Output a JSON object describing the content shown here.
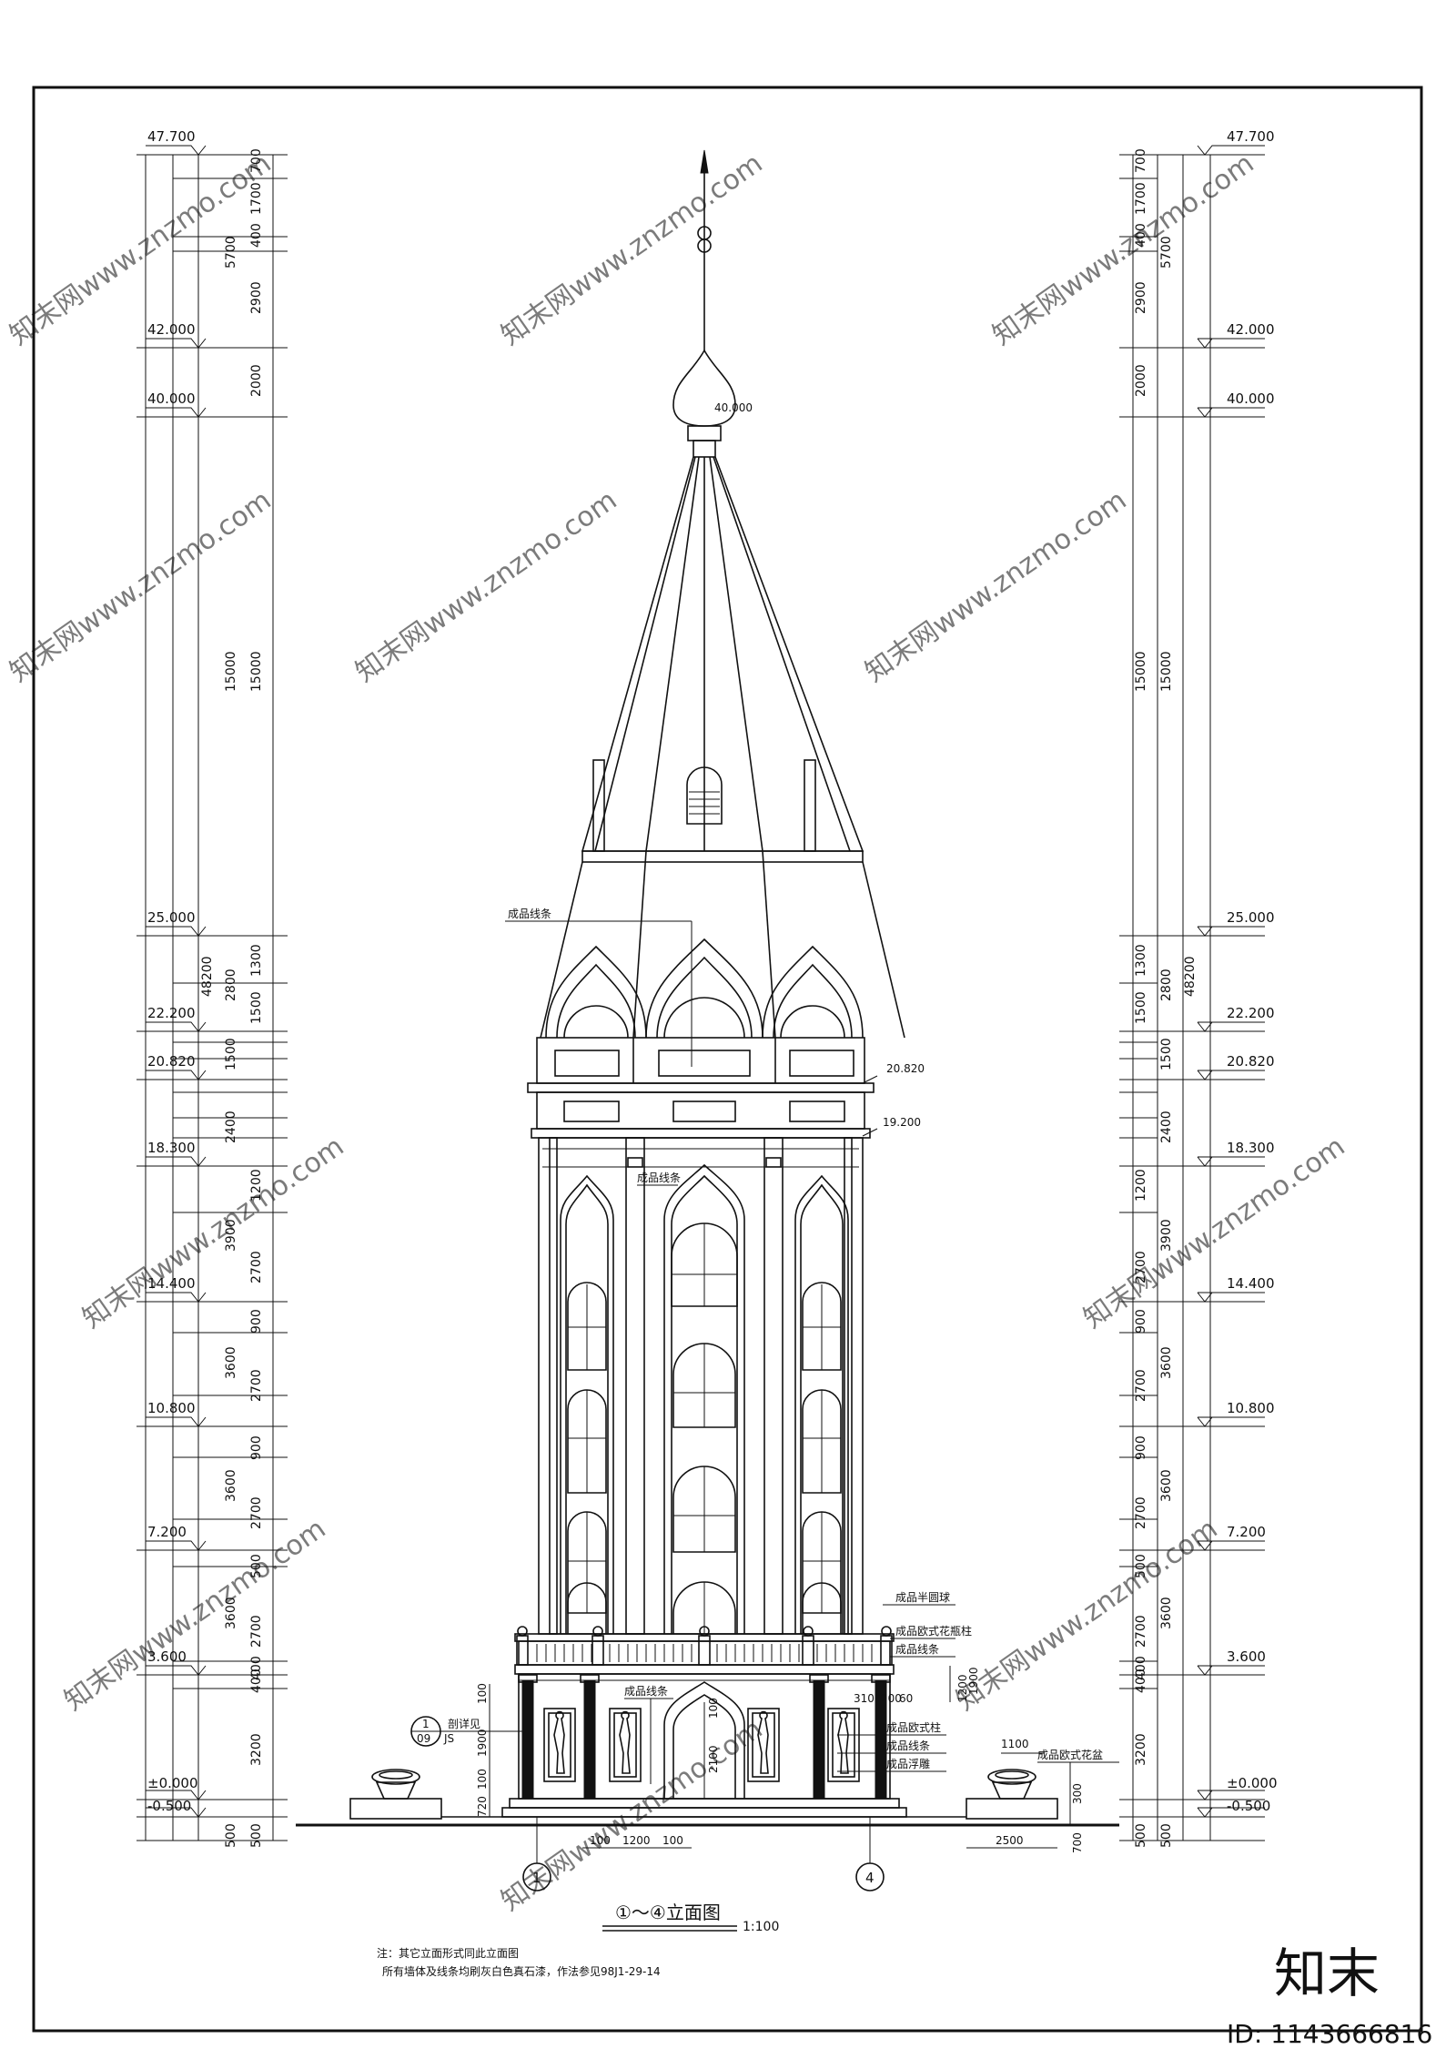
{
  "drawing": {
    "title": "①～④立面图",
    "scale": "1:100",
    "notes": [
      "注：其它立面形式同此立面图",
      "所有墙体及线条均刷灰白色真石漆，作法参见98J1-29-14"
    ],
    "axis_labels": [
      "1",
      "4"
    ],
    "elevation_marks": [
      "47.700",
      "42.000",
      "40.000",
      "25.000",
      "22.200",
      "20.820",
      "18.300",
      "14.400",
      "10.800",
      "7.200",
      "3.600",
      "±0.000",
      "-0.500"
    ],
    "dims_outer": [
      "5700",
      "15000",
      "48200",
      "3900",
      "3600",
      "3600",
      "3600",
      "500"
    ],
    "dims_middle": [
      "700",
      "1700",
      "400",
      "2900",
      "2000",
      "15000",
      "1300",
      "2800",
      "1500",
      "1500",
      "2400",
      "1200",
      "2700",
      "900",
      "2700",
      "900",
      "2700",
      "500",
      "2700",
      "400",
      "400",
      "3200",
      "500"
    ],
    "bottom_dims": [
      "100",
      "1200",
      "100",
      "2500"
    ],
    "small_dims": [
      "100",
      "1900",
      "100",
      "720",
      "2100",
      "1100",
      "310",
      "200",
      "60",
      "1200",
      "300",
      "700",
      "100"
    ],
    "spire_elev": "40.000",
    "right_elevs": [
      "20.820",
      "19.200"
    ],
    "labels": {
      "finished_line_top": "成品线条",
      "finished_line_mid": "成品线条",
      "hemisphere": "成品半圆球",
      "vase_column": "成品欧式花瓶柱",
      "line_a": "成品线条",
      "column": "成品欧式柱",
      "line_b": "成品线条",
      "relief": "成品浮雕",
      "line_c": "成品线条",
      "flower_bowl": "成品欧式花盆",
      "detail_ref": "剖详见",
      "detail_num": "1",
      "detail_sheet": "09",
      "detail_code": "JS"
    },
    "watermark": {
      "text": "知末网www.znzmo.com",
      "logo": "知末",
      "id": "ID: 1143666816"
    }
  }
}
